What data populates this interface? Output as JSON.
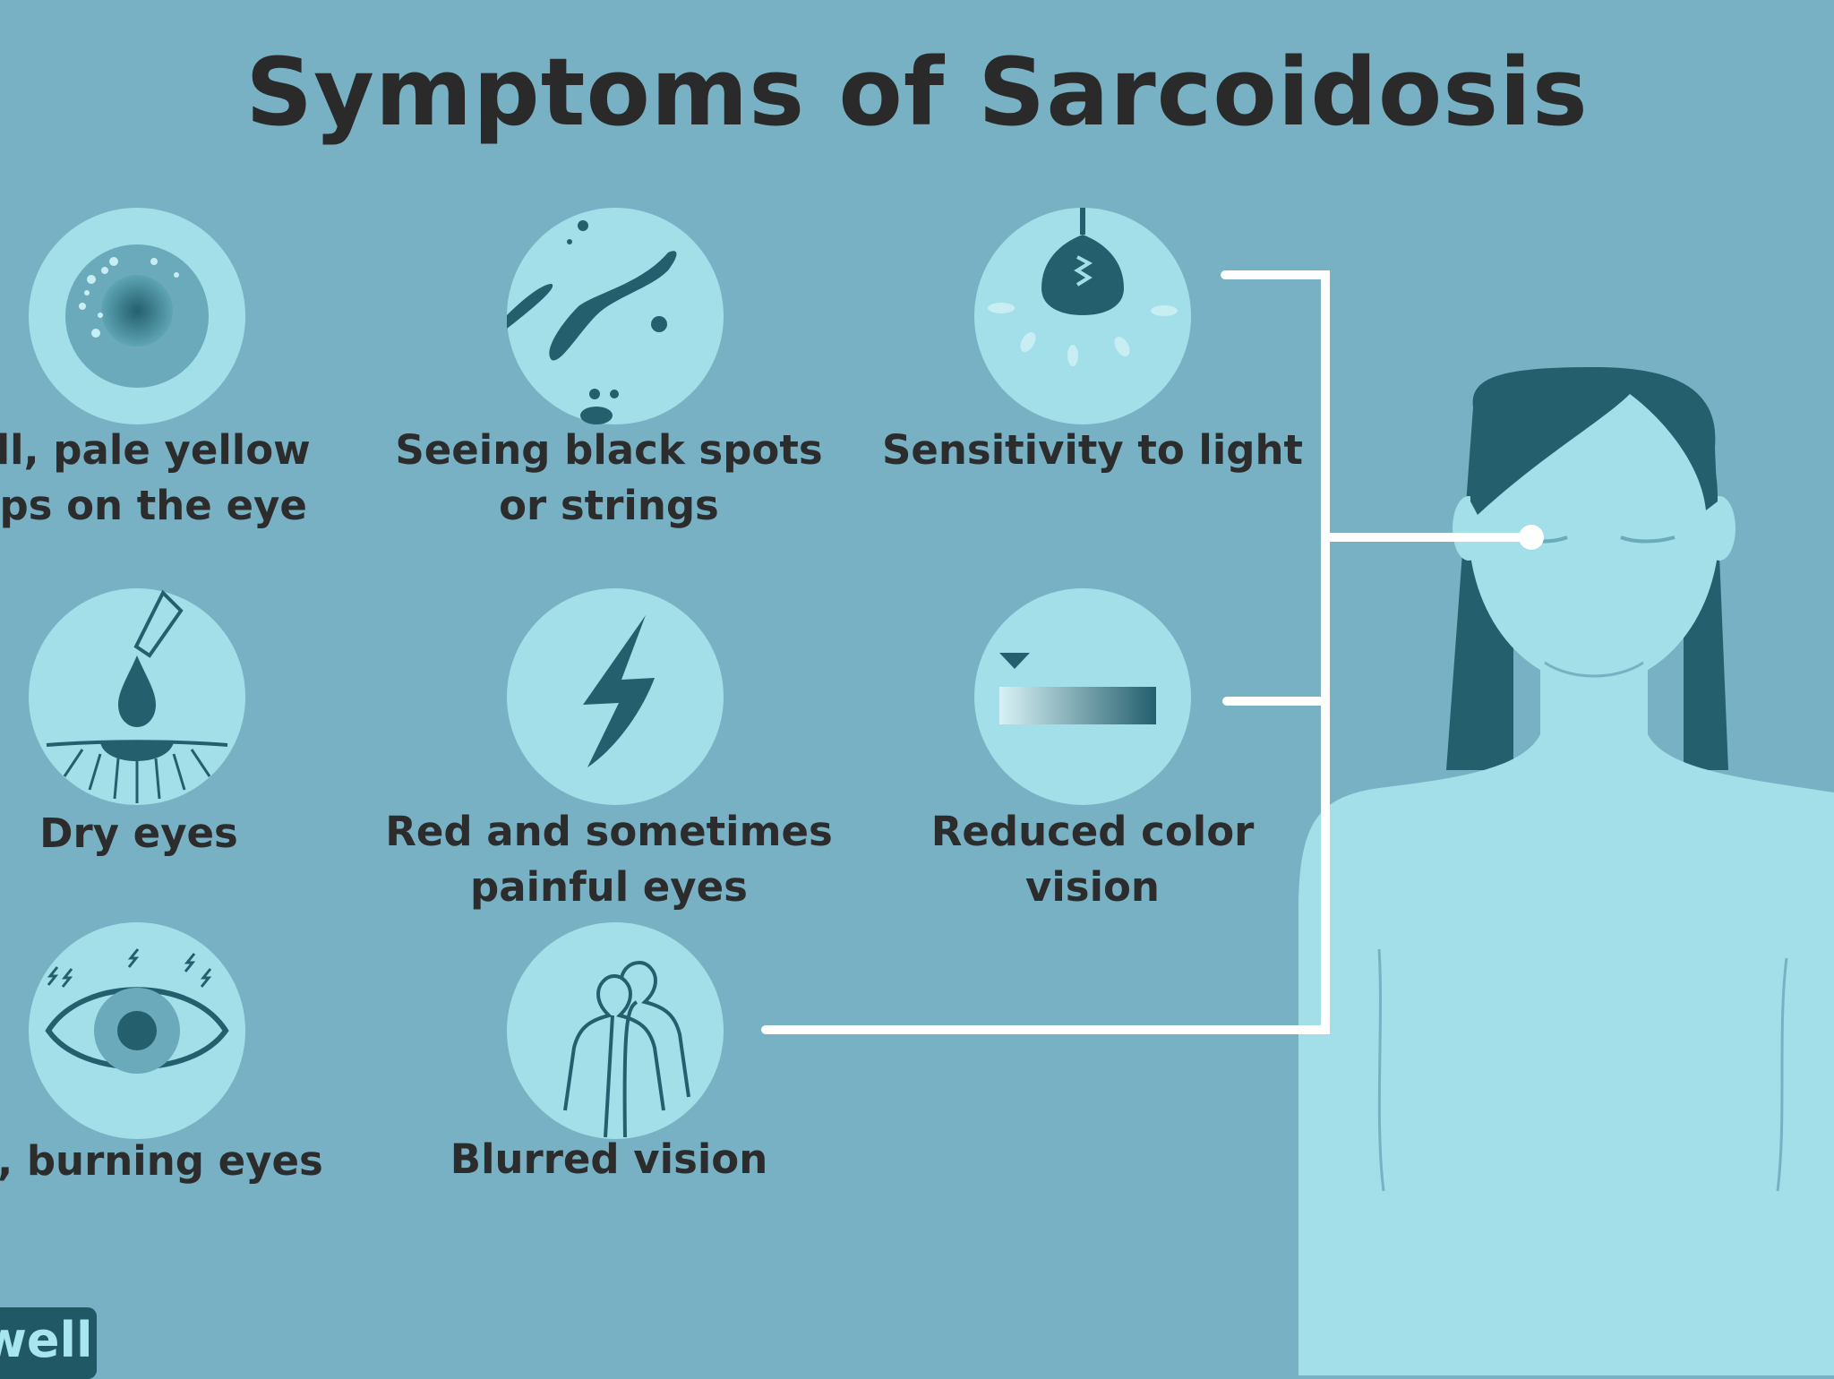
{
  "title": "Symptoms of Sarcoidosis",
  "symptoms": [
    {
      "id": "bumps",
      "lines": [
        "nall, pale yellow",
        "ımps on the eye"
      ],
      "icon": "eye-bumps-icon"
    },
    {
      "id": "spots",
      "lines": [
        "Seeing black spots",
        "or strings"
      ],
      "icon": "floaters-icon"
    },
    {
      "id": "light",
      "lines": [
        "Sensitivity to light"
      ],
      "icon": "light-bulb-icon"
    },
    {
      "id": "dry",
      "lines": [
        "Dry eyes"
      ],
      "icon": "eye-drop-icon"
    },
    {
      "id": "red",
      "lines": [
        "Red and sometimes",
        "painful eyes"
      ],
      "icon": "lightning-bolt-icon"
    },
    {
      "id": "color",
      "lines": [
        "Reduced color",
        "vision"
      ],
      "icon": "color-gradient-icon"
    },
    {
      "id": "itchy",
      "lines": [
        "hy, burning eyes"
      ],
      "icon": "irritated-eye-icon"
    },
    {
      "id": "blurred",
      "lines": [
        "Blurred vision"
      ],
      "icon": "double-figure-icon"
    }
  ],
  "logo": "well",
  "colors": {
    "background": "#78b1c3",
    "circle": "#a2dfe9",
    "dark": "#245f6e",
    "text": "#2c2c2c",
    "connector": "#ffffff"
  }
}
